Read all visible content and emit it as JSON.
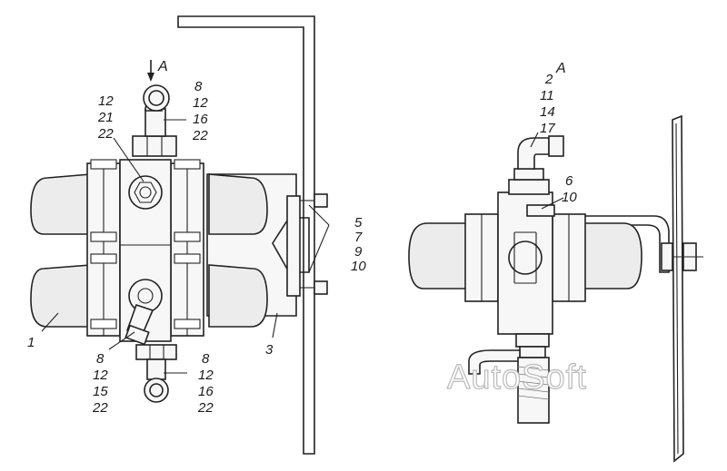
{
  "view_label_arrow": "A",
  "view_label_right": "A",
  "callouts": {
    "c_12_21_22": [
      "12",
      "21",
      "22"
    ],
    "c_8_12_16_22_top": [
      "8",
      "12",
      "16",
      "22"
    ],
    "c_5_7_9_10": [
      "5",
      "7",
      "9",
      "10"
    ],
    "c_1": [
      "1"
    ],
    "c_3": [
      "3"
    ],
    "c_8_12_15_22": [
      "8",
      "12",
      "15",
      "22"
    ],
    "c_8_12_16_22_bottom": [
      "8",
      "12",
      "16",
      "22"
    ],
    "c_2_11_14_17": [
      "2",
      "11",
      "14",
      "17"
    ],
    "c_6_10": [
      "6",
      "10"
    ]
  },
  "watermark": "AutoSoft"
}
